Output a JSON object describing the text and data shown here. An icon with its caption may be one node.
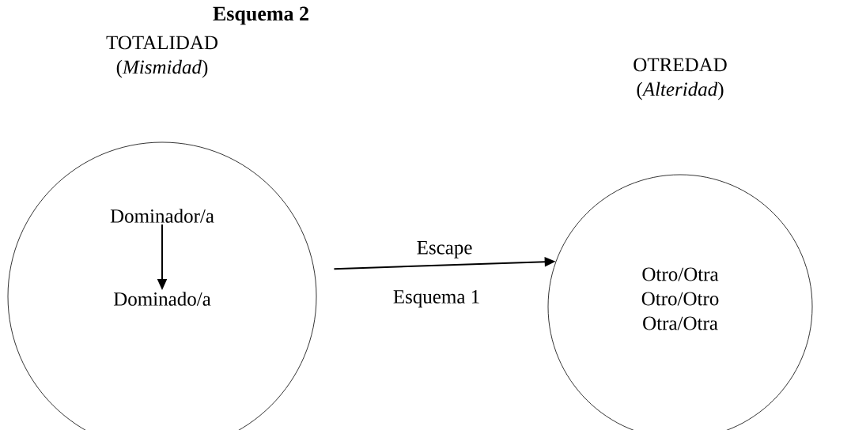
{
  "diagram": {
    "title": "Esquema 2",
    "nodes": [
      {
        "text": [
          "TOTALIDAD (*Mismidad*)"
        ]
      },
      {
        "text": [
          "Dominador/a"
        ],
        "in": 0
      },
      {
        "text": [
          "Dominado/a"
        ],
        "in": 0
      },
      {
        "text": [
          "OTREDAD (*Alteridad*)",
          "Otro/Otra Otro/Otro Otra/Otra"
        ]
      }
    ],
    "edges": [
      {
        "from": 1,
        "to": 2,
        "arrow": "to"
      },
      {
        "from": 0,
        "to": 3,
        "arrow": "to",
        "label": "Escape"
      }
    ],
    "labels": [
      "Esquema 1"
    ]
  }
}
